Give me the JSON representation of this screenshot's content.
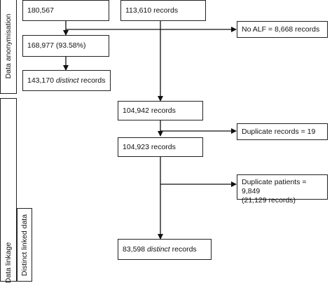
{
  "sidebar": {
    "data_anonymisation": "Data anonymisation",
    "data_linkage": "Data linkage",
    "distinct_linked_data": "Distinct linked data"
  },
  "boxes": {
    "top_left": "180,567",
    "top_right": "113,610 records",
    "no_alf": "No ALF = 8,668 records",
    "filtered": "168,977 (93.58%)",
    "distinct_left_count": "143,170",
    "distinct_left_word": "distinct",
    "distinct_left_suffix": "records",
    "records_104942": "104,942 records",
    "duplicate_records": "Duplicate records = 19",
    "records_104923": "104,923 records",
    "duplicate_patients_line1": "Duplicate patients = 9,849",
    "duplicate_patients_line2": "(21,129 records)",
    "final_count": "83,598",
    "final_word": "distinct",
    "final_suffix": "records"
  }
}
